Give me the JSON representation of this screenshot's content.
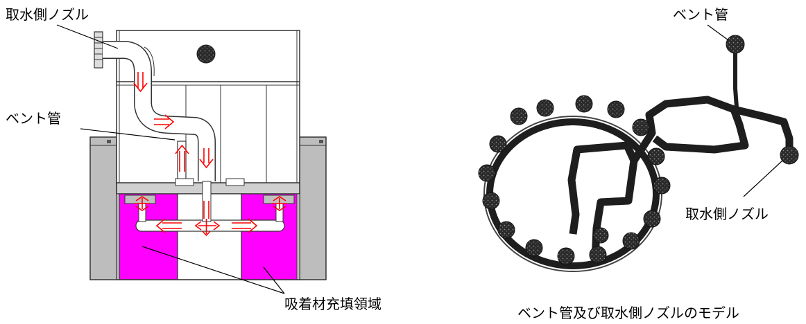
{
  "left_figure": {
    "label_intake_nozzle": "取水側ノズル",
    "label_vent_pipe": "ベント管",
    "label_adsorbent_region": "吸着材充填領域"
  },
  "right_figure": {
    "label_vent_pipe": "ベント管",
    "label_intake_nozzle": "取水側ノズル",
    "caption": "ベント管及び取水側ノズルのモデル"
  },
  "colors": {
    "adsorbent_fill": "#ff00ff",
    "flow_arrow": "#ff0000",
    "gray_panel": "#bdbdbd",
    "pipe_model": "#1e1e1e"
  }
}
